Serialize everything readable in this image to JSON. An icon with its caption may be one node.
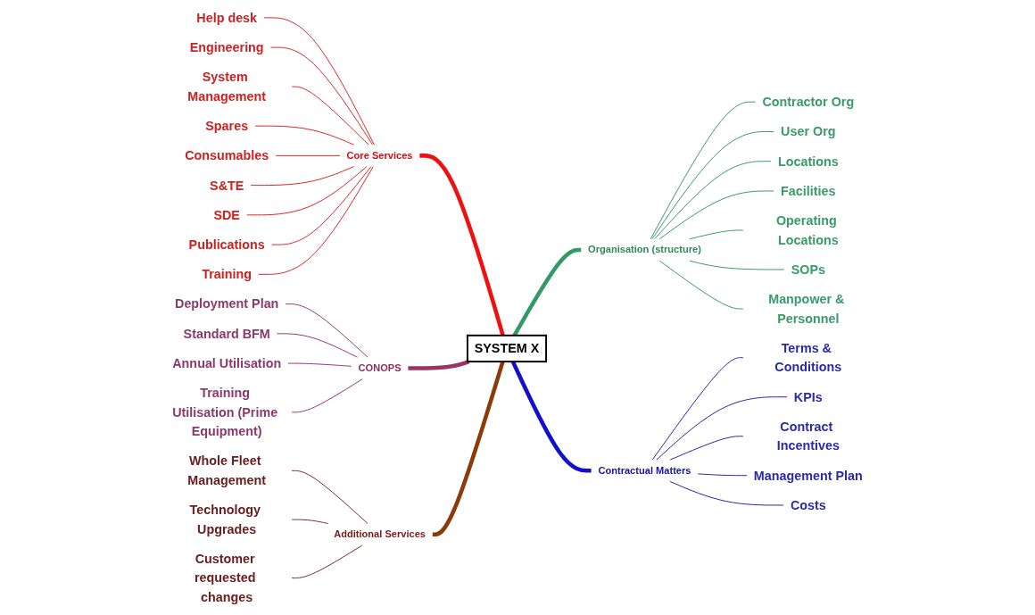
{
  "diagram": {
    "nodes": [
      {
        "text": [
          "SYSTEM X"
        ]
      },
      {
        "text": [
          "Core Services"
        ]
      },
      {
        "text": [
          "Help desk"
        ]
      },
      {
        "text": [
          "Engineering"
        ]
      },
      {
        "text": [
          "System Management"
        ]
      },
      {
        "text": [
          "Spares"
        ]
      },
      {
        "text": [
          "Consumables"
        ]
      },
      {
        "text": [
          "S&TE"
        ]
      },
      {
        "text": [
          "SDE"
        ]
      },
      {
        "text": [
          "Publications"
        ]
      },
      {
        "text": [
          "Training"
        ]
      },
      {
        "text": [
          "Organisation (structure)"
        ]
      },
      {
        "text": [
          "Contractor Org"
        ]
      },
      {
        "text": [
          "User Org"
        ]
      },
      {
        "text": [
          "Locations"
        ]
      },
      {
        "text": [
          "Facilities"
        ]
      },
      {
        "text": [
          "Operating Locations"
        ]
      },
      {
        "text": [
          "SOPs"
        ]
      },
      {
        "text": [
          "Manpower & Personnel"
        ]
      },
      {
        "text": [
          "CONOPS"
        ]
      },
      {
        "text": [
          "Deployment Plan"
        ]
      },
      {
        "text": [
          "Standard BFM"
        ]
      },
      {
        "text": [
          "Annual Utilisation"
        ]
      },
      {
        "text": [
          "Training Utilisation (Prime Equipment)"
        ]
      },
      {
        "text": [
          "Contractual Matters"
        ]
      },
      {
        "text": [
          "Terms & Conditions"
        ]
      },
      {
        "text": [
          "KPIs"
        ]
      },
      {
        "text": [
          "Contract Incentives"
        ]
      },
      {
        "text": [
          "Management Plan"
        ]
      },
      {
        "text": [
          "Costs"
        ]
      },
      {
        "text": [
          "Additional Services"
        ]
      },
      {
        "text": [
          "Whole Fleet Management"
        ]
      },
      {
        "text": [
          "Technology Upgrades"
        ]
      },
      {
        "text": [
          "Customer requested changes"
        ]
      }
    ],
    "edges": [
      {
        "from": 1,
        "to": 0,
        "arrow": "none",
        "style": "thick",
        "color": "#ee1111"
      },
      {
        "from": 2,
        "to": 1,
        "arrow": "none",
        "color": "#dd2222"
      },
      {
        "from": 3,
        "to": 1,
        "arrow": "none",
        "color": "#dd2222"
      },
      {
        "from": 4,
        "to": 1,
        "arrow": "none",
        "color": "#dd2222"
      },
      {
        "from": 5,
        "to": 1,
        "arrow": "none",
        "color": "#dd2222"
      },
      {
        "from": 6,
        "to": 1,
        "arrow": "none",
        "color": "#dd2222"
      },
      {
        "from": 7,
        "to": 1,
        "arrow": "none",
        "color": "#dd2222"
      },
      {
        "from": 8,
        "to": 1,
        "arrow": "none",
        "color": "#dd2222"
      },
      {
        "from": 9,
        "to": 1,
        "arrow": "none",
        "color": "#dd2222"
      },
      {
        "from": 10,
        "to": 1,
        "arrow": "none",
        "color": "#dd2222"
      },
      {
        "from": 0,
        "to": 11,
        "arrow": "none",
        "style": "thick",
        "color": "#339966"
      },
      {
        "from": 11,
        "to": 12,
        "arrow": "none",
        "color": "#339966"
      },
      {
        "from": 11,
        "to": 13,
        "arrow": "none",
        "color": "#339966"
      },
      {
        "from": 11,
        "to": 14,
        "arrow": "none",
        "color": "#339966"
      },
      {
        "from": 11,
        "to": 15,
        "arrow": "none",
        "color": "#339966"
      },
      {
        "from": 11,
        "to": 16,
        "arrow": "none",
        "color": "#339966"
      },
      {
        "from": 11,
        "to": 17,
        "arrow": "none",
        "color": "#339966"
      },
      {
        "from": 11,
        "to": 18,
        "arrow": "none",
        "color": "#339966"
      },
      {
        "from": 19,
        "to": 0,
        "arrow": "none",
        "style": "thick",
        "color": "#993366"
      },
      {
        "from": 20,
        "to": 19,
        "arrow": "none",
        "color": "#993366"
      },
      {
        "from": 21,
        "to": 19,
        "arrow": "none",
        "color": "#993366"
      },
      {
        "from": 22,
        "to": 19,
        "arrow": "none",
        "color": "#993366"
      },
      {
        "from": 23,
        "to": 19,
        "arrow": "none",
        "color": "#993366"
      },
      {
        "from": 0,
        "to": 24,
        "arrow": "none",
        "style": "thick",
        "color": "#1111cc"
      },
      {
        "from": 24,
        "to": 25,
        "arrow": "none",
        "color": "#2222aa"
      },
      {
        "from": 24,
        "to": 26,
        "arrow": "none",
        "color": "#2222aa"
      },
      {
        "from": 24,
        "to": 27,
        "arrow": "none",
        "color": "#2222aa"
      },
      {
        "from": 24,
        "to": 28,
        "arrow": "none",
        "color": "#2222aa"
      },
      {
        "from": 24,
        "to": 29,
        "arrow": "none",
        "color": "#2222aa"
      },
      {
        "from": 30,
        "to": 0,
        "arrow": "none",
        "style": "thick",
        "color": "#8b3a0a"
      },
      {
        "from": 31,
        "to": 30,
        "arrow": "none",
        "color": "#7a2a1a"
      },
      {
        "from": 32,
        "to": 30,
        "arrow": "none",
        "color": "#7a2a1a"
      },
      {
        "from": 33,
        "to": 30,
        "arrow": "none",
        "color": "#7a2a1a"
      }
    ]
  }
}
